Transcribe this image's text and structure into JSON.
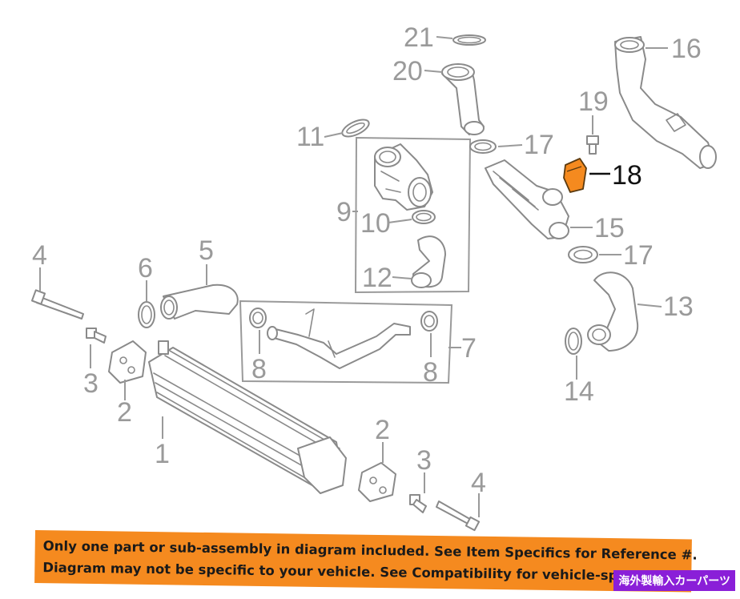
{
  "callouts": {
    "c1": "1",
    "c2a": "2",
    "c2b": "2",
    "c3a": "3",
    "c3b": "3",
    "c4a": "4",
    "c4b": "4",
    "c5": "5",
    "c6": "6",
    "c7": "7",
    "c8a": "8",
    "c8b": "8",
    "c9": "9",
    "c10": "10",
    "c11": "11",
    "c12": "12",
    "c13": "13",
    "c14": "14",
    "c15": "15",
    "c16": "16",
    "c17a": "17",
    "c17b": "17",
    "c18": "18",
    "c19": "19",
    "c20": "20",
    "c21": "21"
  },
  "banner": {
    "line1": "Only one part or sub-assembly in diagram included. See Item Specifics for Reference #.",
    "line2": "Diagram may not be specific to your vehicle. See Compatibility for vehicle-specific"
  },
  "badge": "海外製輸入カーパーツ",
  "colors": {
    "highlight_part": "#f58a1f",
    "banner": "#f58a1f",
    "badge": "#8a1fd8",
    "line_art": "#8a8a8a"
  }
}
